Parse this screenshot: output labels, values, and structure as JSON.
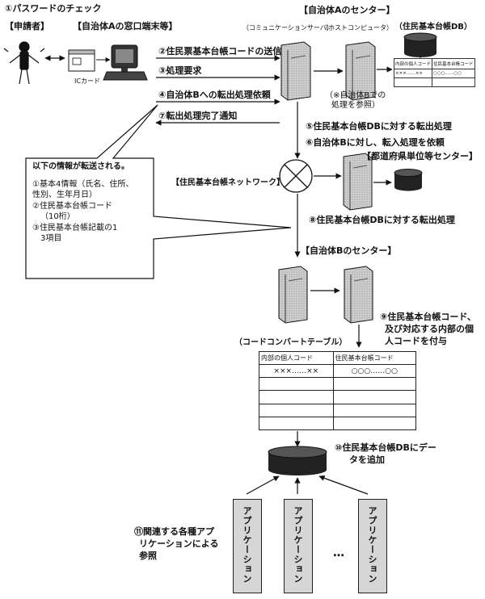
{
  "top": {
    "step1": "①パスワードのチェック",
    "applicant": "【申請者】",
    "terminal": "【自治体Aの窓口端末等】",
    "center_a": "【自治体Aのセンター】",
    "comm_server": "（コミュニケーションサーバ）",
    "host": "（ホストコンピュータ）",
    "db_a": "（住民基本台帳DB）",
    "ic_card": "ICカード"
  },
  "mini_table": {
    "headers": [
      "内部の個人コード",
      "住民基本台帳コード"
    ],
    "row": [
      "×××……××",
      "○○○……○○"
    ]
  },
  "steps": {
    "s2": "②住民票基本台帳コードの送信",
    "s3": "③処理要求",
    "s4": "④自治体Bへの転出処理依頼",
    "s7": "⑦転出処理完了通知",
    "host_note1": "（※自治体Bでの",
    "host_note2": "処理を参照）",
    "s5": "⑤住民基本台帳DBに対する転出処理",
    "s6": "⑥自治体Bに対し、転入処理を依頼",
    "pref_center": "【都道府県単位等センター】",
    "network": "【住民基本台帳ネットワーク】",
    "s8": "⑧住民基本台帳DBに対する転出処理",
    "center_b": "【自治体Bのセンター】",
    "s9_1": "⑨住民基本台帳コード、",
    "s9_2": "及び対応する内部の個",
    "s9_3": "人コードを付与",
    "s10_1": "⑩住民基本台帳DBにデー",
    "s10_2": "タを追加",
    "s11_1": "⑪関連する各種アプ",
    "s11_2": "リケーションによる",
    "s11_3": "参照"
  },
  "callout": {
    "title": "以下の情報が転送される。",
    "line1": "①基本4情報（氏名、住所、",
    "line2": "性別、生年月日）",
    "line3": "②住民基本台帳コード",
    "line4": "（10桁）",
    "line5": "③住民基本台帳記載の1",
    "line6": "3項目"
  },
  "convert_table": {
    "title": "（コードコンバートテーブル）",
    "headers": [
      "内部の個人コード",
      "住民基本台帳コード"
    ],
    "row": [
      "×××……××",
      "○○○……○○"
    ]
  },
  "apps": {
    "label": "アプリケーション",
    "ellipsis": "…"
  }
}
